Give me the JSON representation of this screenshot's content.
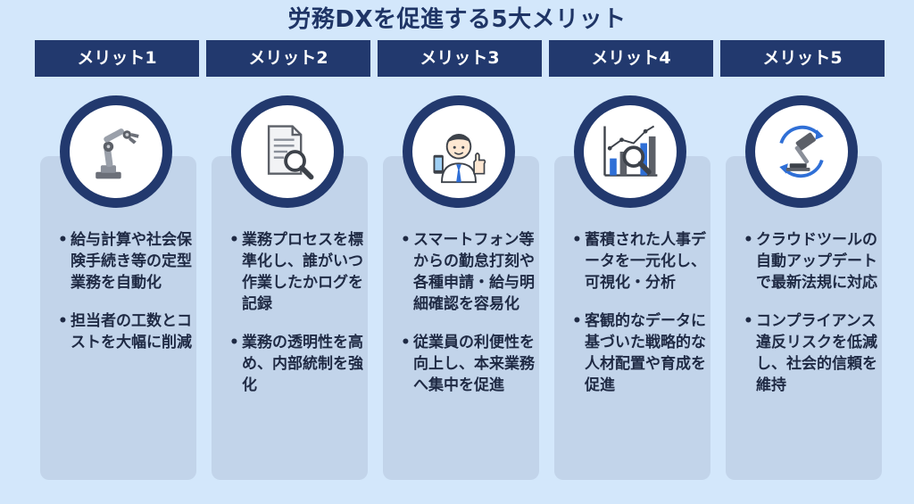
{
  "title": "労務DXを促進する5大メリット",
  "columns": [
    {
      "header": "メリット1",
      "icon": "robot-arm-icon",
      "bullets": [
        "給与計算や社会保険手続き等の定型業務を自動化",
        "担当者の工数とコストを大幅に削減"
      ]
    },
    {
      "header": "メリット2",
      "icon": "document-search-icon",
      "bullets": [
        "業務プロセスを標準化し、誰がいつ作業したかログを記録",
        "業務の透明性を高め、内部統制を強化"
      ]
    },
    {
      "header": "メリット3",
      "icon": "employee-smartphone-icon",
      "bullets": [
        "スマートフォン等からの勤怠打刻や各種申請・給与明細確認を容易化",
        "従業員の利便性を向上し、本来業務へ集中を促進"
      ]
    },
    {
      "header": "メリット4",
      "icon": "chart-analysis-icon",
      "bullets": [
        "蓄積された人事データを一元化し、可視化・分析",
        "客観的なデータに基づいた戦略的な人材配置や育成を促進"
      ]
    },
    {
      "header": "メリット5",
      "icon": "gavel-update-icon",
      "bullets": [
        "クラウドツールの自動アップデートで最新法規に対応",
        "コンプライアンス違反リスクを低減し、社会的信頼を維持"
      ]
    }
  ],
  "colors": {
    "background": "#d3e7fb",
    "header": "#22396e",
    "card": "#c2d4ea",
    "accent": "#2f6fd6"
  }
}
